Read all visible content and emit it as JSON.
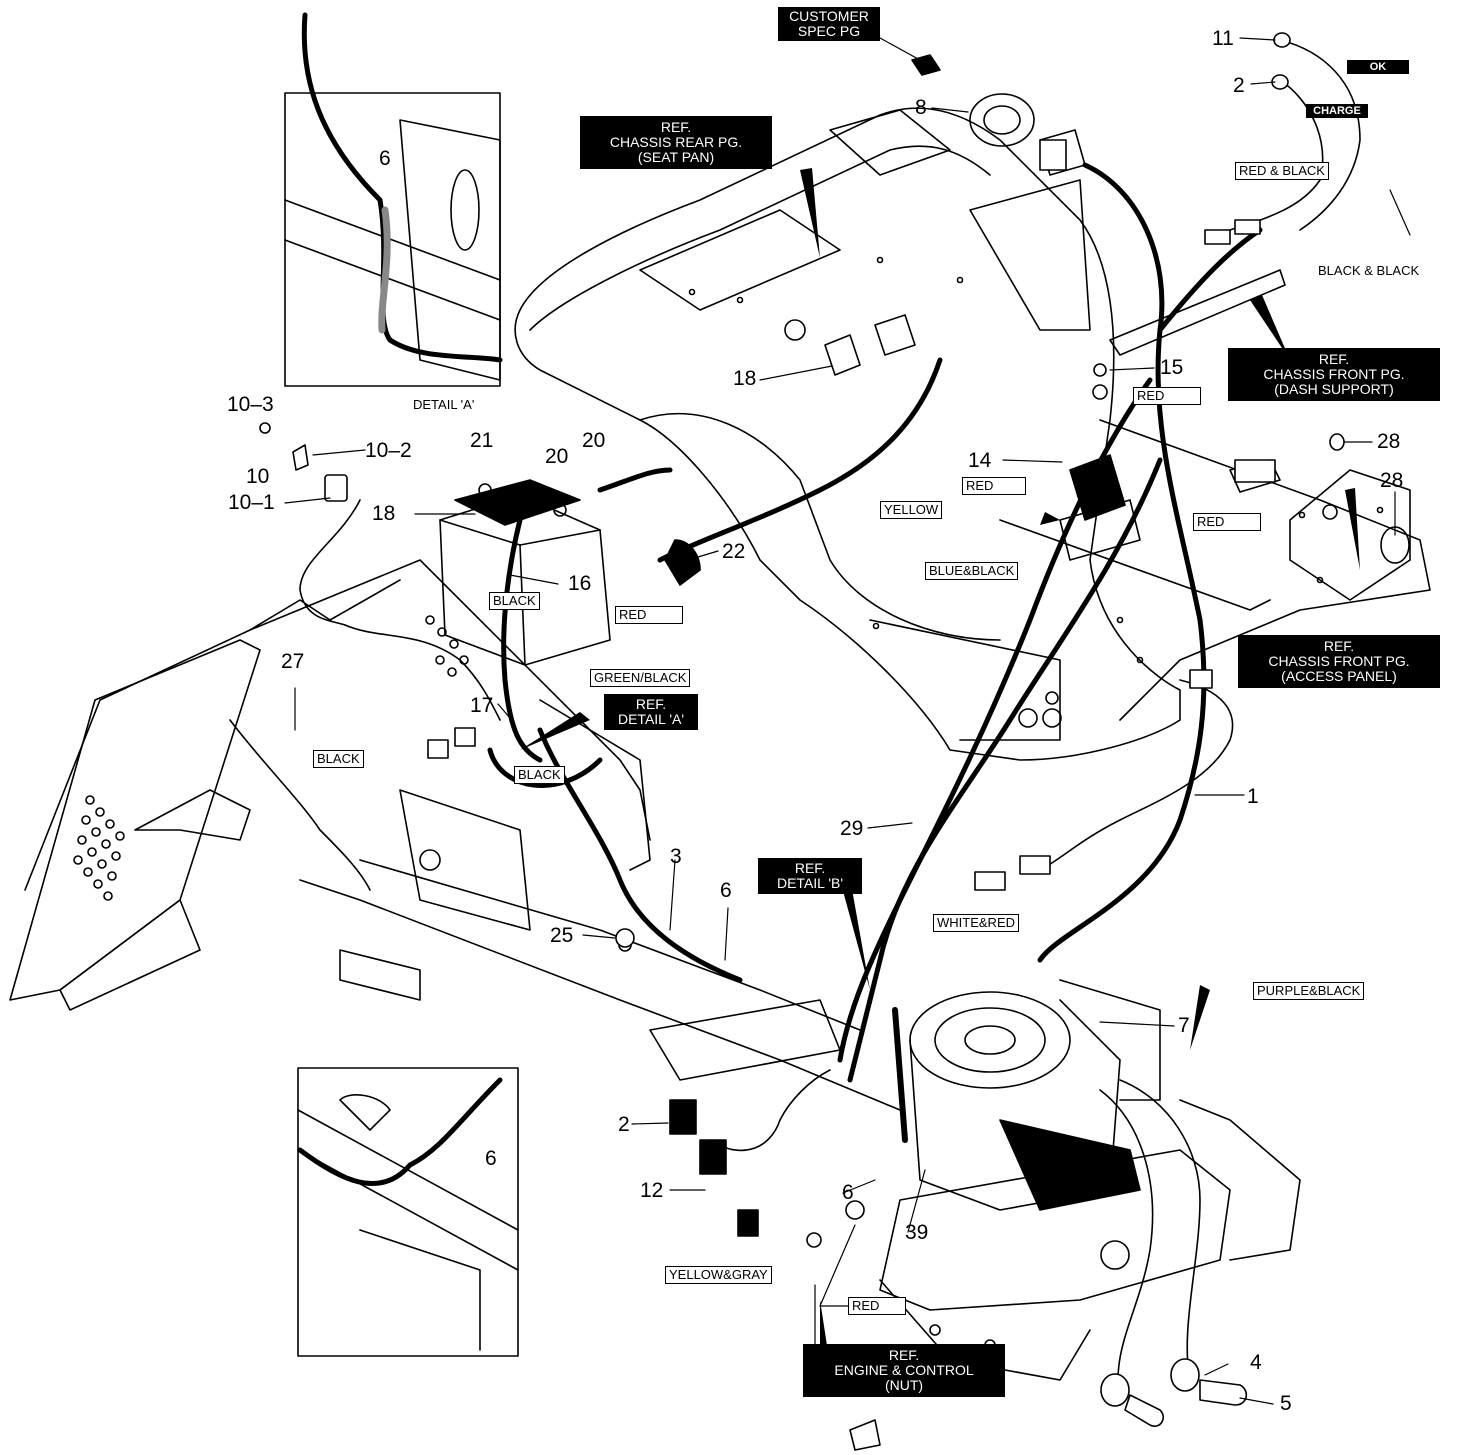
{
  "refs": {
    "customer": [
      "CUSTOMER",
      "SPEC PG"
    ],
    "seat_pan": [
      "REF.",
      "CHASSIS REAR PG.",
      "(SEAT PAN)"
    ],
    "dash_support": [
      "REF.",
      "CHASSIS FRONT PG.",
      "(DASH SUPPORT)"
    ],
    "access_panel": [
      "REF.",
      "CHASSIS FRONT PG.",
      "(ACCESS PANEL)"
    ],
    "detail_a": [
      "REF.",
      "DETAIL 'A'"
    ],
    "detail_b": [
      "REF.",
      "DETAIL 'B'"
    ],
    "engine": [
      "REF.",
      "ENGINE & CONTROL",
      "(NUT)"
    ]
  },
  "badges": {
    "ok": "OK",
    "charge": "CHARGE"
  },
  "wire_labels": {
    "red_black": "RED  & BLACK",
    "red_15": "RED",
    "red_14": "RED",
    "red_right": "RED",
    "red_battery": "RED",
    "red_engine": "RED",
    "yellow": "YELLOW",
    "blue_black": "BLUE&BLACK",
    "black_battery": "BLACK",
    "black_left": "BLACK",
    "black_mid": "BLACK",
    "green_black": "GREEN/BLACK",
    "white_red": "WHITE&RED",
    "purple_black": "PURPLE&BLACK",
    "yellow_gray": "YELLOW&GRAY"
  },
  "plain_labels": {
    "black_black": "BLACK & BLACK",
    "detail_a": "DETAIL 'A'"
  },
  "callouts": {
    "c11": "11",
    "c2_top": "2",
    "c8": "8",
    "c6_detail_a": "6",
    "c10_3": "10–3",
    "c10_2": "10–2",
    "c10": "10",
    "c10_1": "10–1",
    "c21": "21",
    "c20_a": "20",
    "c20_b": "20",
    "c18_battery": "18",
    "c18_seat": "18",
    "c15": "15",
    "c14": "14",
    "c28_a": "28",
    "c28_b": "28",
    "c22": "22",
    "c16": "16",
    "c27": "27",
    "c17": "17",
    "c1": "1",
    "c29": "29",
    "c3": "3",
    "c6_frame": "6",
    "c25": "25",
    "c7": "7",
    "c2_bottom": "2",
    "c12": "12",
    "c6_detail_b": "6",
    "c6_engine": "6",
    "c39": "39",
    "c4": "4",
    "c5": "5"
  }
}
